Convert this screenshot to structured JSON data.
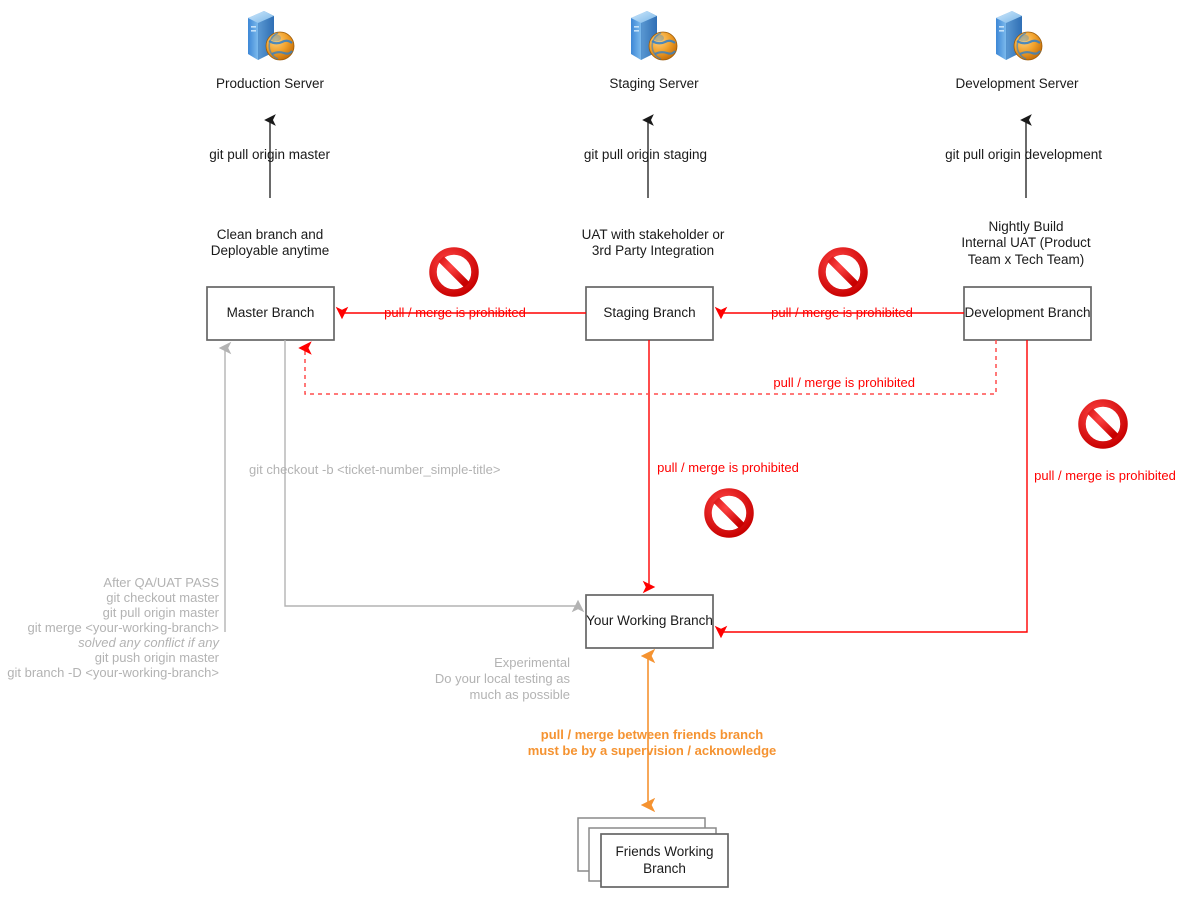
{
  "diagram": {
    "title": "Git Branching Workflow Diagram",
    "colors": {
      "prohibited_red": "#ff0000",
      "dotted_red": "#ff6666",
      "friends_orange": "#f59331",
      "muted_gray": "#b3b3b3",
      "box_border": "#666666",
      "text_dark": "#1a1a1a"
    }
  },
  "servers": [
    {
      "id": "production",
      "label": "Production Server",
      "icon": "server-globe-icon",
      "pull_command": "git pull origin master"
    },
    {
      "id": "staging",
      "label": "Staging Server",
      "icon": "server-globe-icon",
      "pull_command": "git pull origin staging"
    },
    {
      "id": "development",
      "label": "Development Server",
      "icon": "server-globe-icon",
      "pull_command": "git pull origin development"
    }
  ],
  "branches": [
    {
      "id": "master",
      "label": "Master Branch",
      "note": "Clean branch and\nDeployable anytime"
    },
    {
      "id": "staging",
      "label": "Staging Branch",
      "note": "UAT with stakeholder or\n3rd Party Integration"
    },
    {
      "id": "development",
      "label": "Development Branch",
      "note": "Nightly Build\nInternal UAT (Product\nTeam x Tech Team)"
    },
    {
      "id": "working",
      "label": "Your Working Branch",
      "note": ""
    },
    {
      "id": "friends",
      "label": "Friends Working\nBranch",
      "note": ""
    }
  ],
  "prohibited_labels": {
    "staging_to_master": "pull / merge is prohibited",
    "development_to_staging": "pull / merge is prohibited",
    "development_to_master": "pull / merge is prohibited",
    "staging_to_working": "pull / merge is prohibited",
    "development_to_working": "pull / merge is prohibited"
  },
  "notes": {
    "checkout_branch": "git checkout -b <ticket-number_simple-title>",
    "merge_back": [
      {
        "text": "After QA/UAT PASS",
        "italic": false
      },
      {
        "text": "git checkout master",
        "italic": false
      },
      {
        "text": "git pull origin master",
        "italic": false
      },
      {
        "text": "git merge <your-working-branch>",
        "italic": false
      },
      {
        "text": "solved any conflict if any",
        "italic": true
      },
      {
        "text": "git push origin master",
        "italic": false
      },
      {
        "text": "git branch -D <your-working-branch>",
        "italic": false
      }
    ],
    "experimental": "Experimental\nDo your local testing as\nmuch as possible",
    "friends_rule": "pull / merge between friends branch\nmust be by a supervision / acknowledge"
  },
  "icons": {
    "prohibition": "no-entry-icon",
    "server": "server-globe-icon"
  }
}
